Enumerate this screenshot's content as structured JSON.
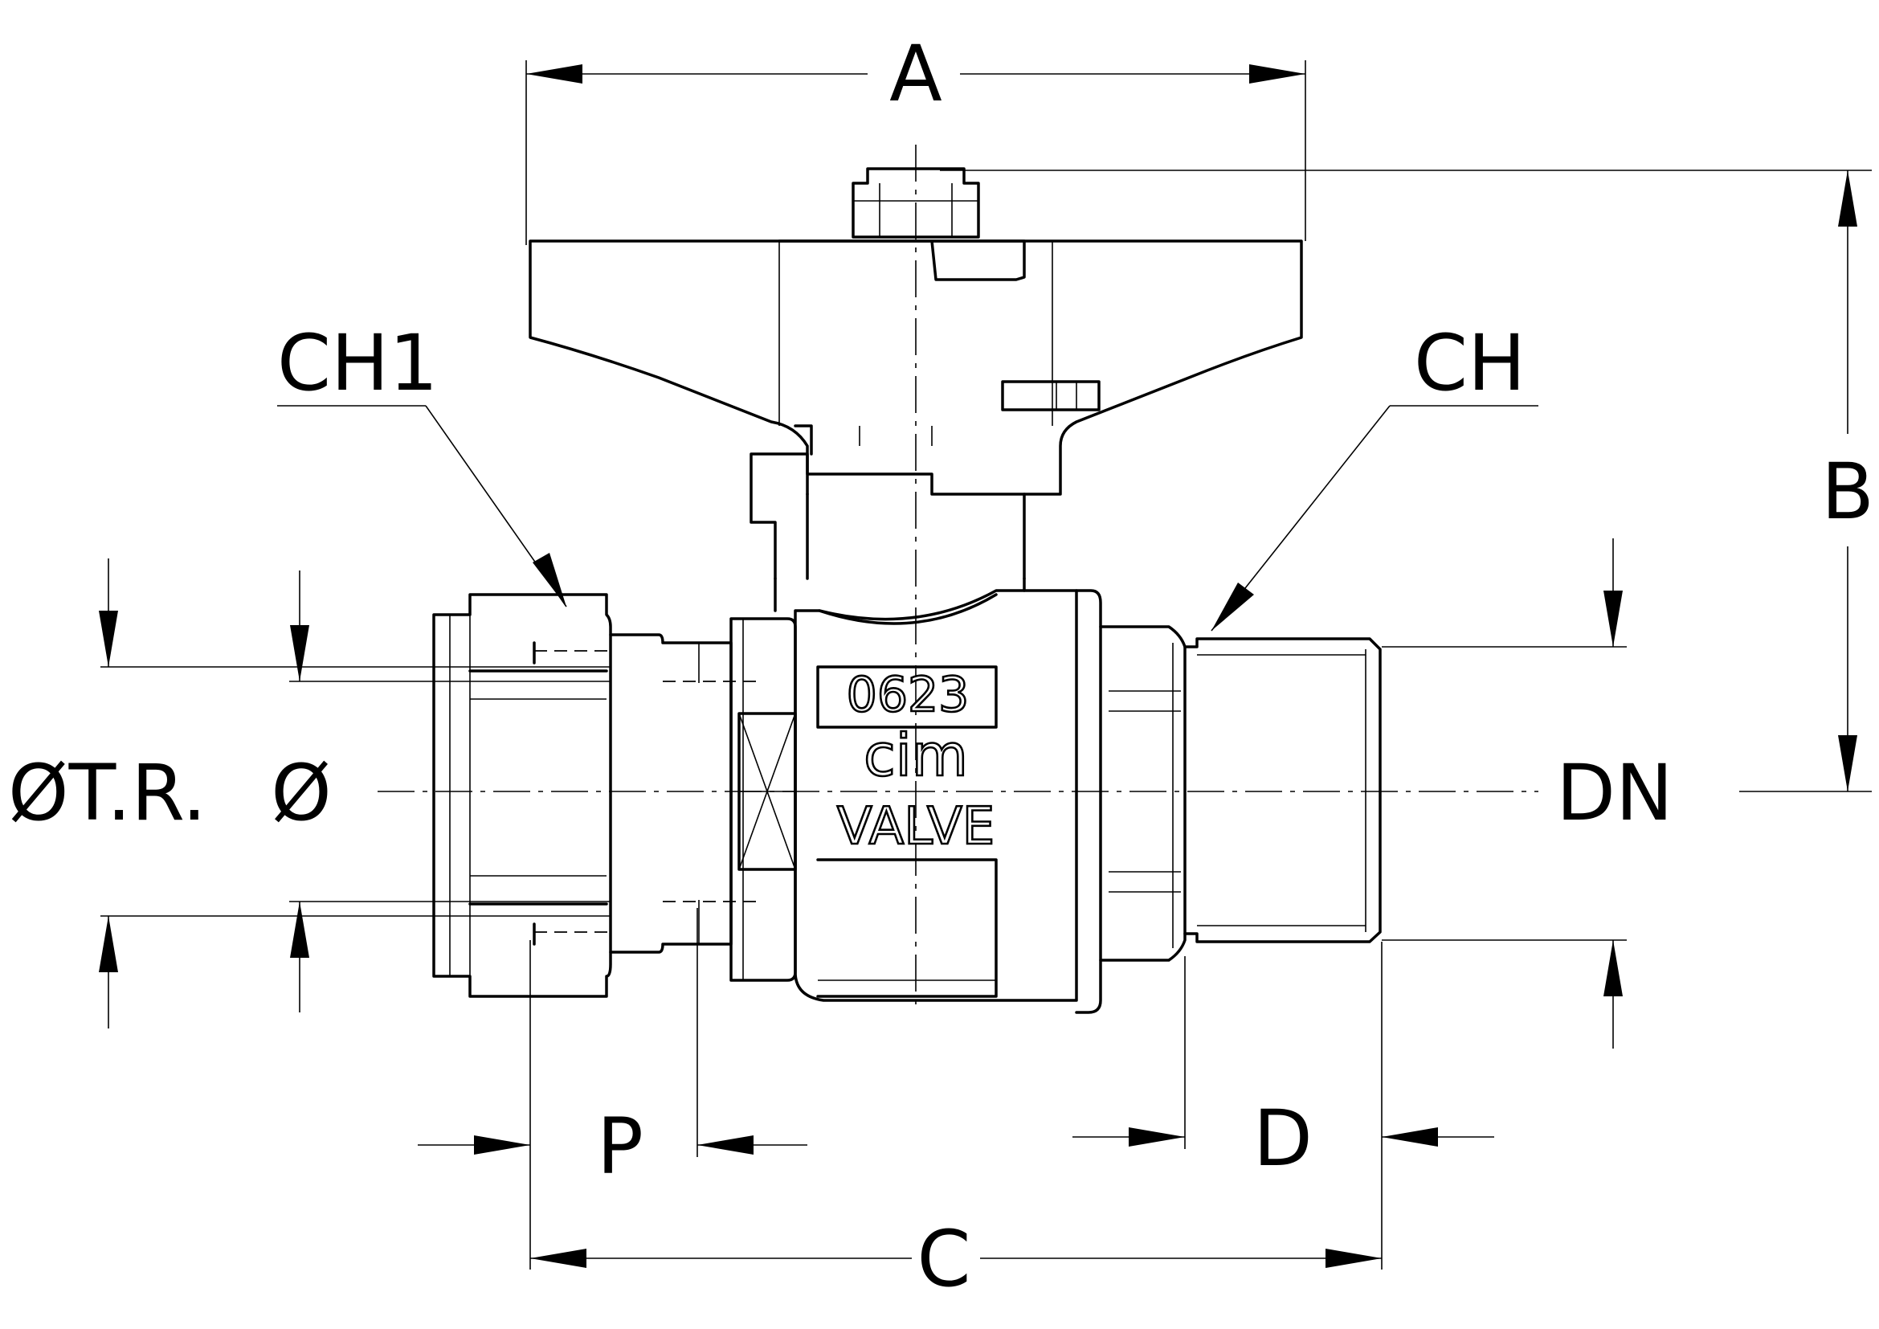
{
  "labels": {
    "a": "A",
    "b": "B",
    "c": "C",
    "d": "D",
    "p": "P",
    "ch": "CH",
    "ch1": "CH1",
    "dn": "DN",
    "dia": "Ø",
    "dia_tr": "ØT.R."
  },
  "body_marking": {
    "code": "0623",
    "brand": "cim",
    "word": "VALVE"
  }
}
